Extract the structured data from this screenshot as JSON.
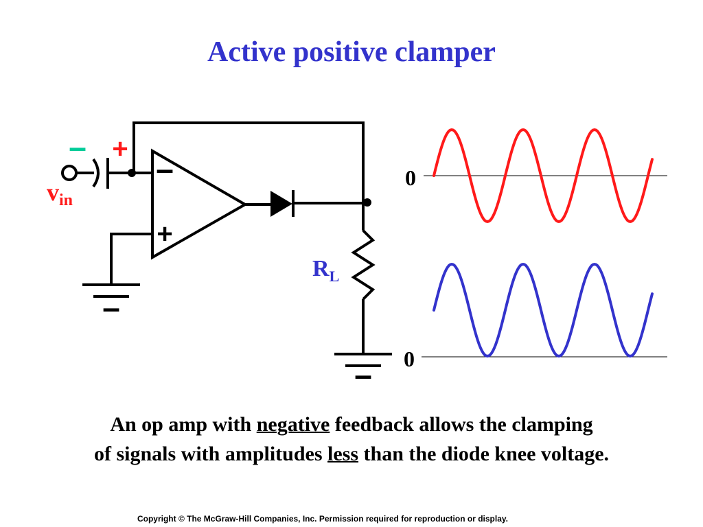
{
  "title": "Active positive clamper",
  "circuit": {
    "cap_minus": "–",
    "cap_plus": "+",
    "input_label_main": "v",
    "input_label_sub": "in",
    "opamp_inverting": "–",
    "opamp_noninverting": "+",
    "load_label_main": "R",
    "load_label_sub": "L",
    "ground_minus_left": "–",
    "ground_minus_right": "–"
  },
  "waveforms": {
    "input": {
      "zero_label": "0",
      "color": "#ff1a1a",
      "description_offset": "centered"
    },
    "output": {
      "zero_label": "0",
      "color": "#3333cc",
      "description_offset": "clamped above zero"
    }
  },
  "colors": {
    "title": "#3333cc",
    "input_label": "#ff1a1a",
    "cap_minus": "#00cc99",
    "cap_plus": "#ff1a1a",
    "load_label": "#3333cc"
  },
  "caption": {
    "line1_a": "An op amp with ",
    "line1_u": "negative",
    "line1_b": " feedback allows the clamping",
    "line2_a": "of signals with amplitudes ",
    "line2_u": "less",
    "line2_b": " than the diode knee voltage."
  },
  "copyright": "Copyright © The McGraw-Hill Companies, Inc. Permission required for reproduction or display."
}
